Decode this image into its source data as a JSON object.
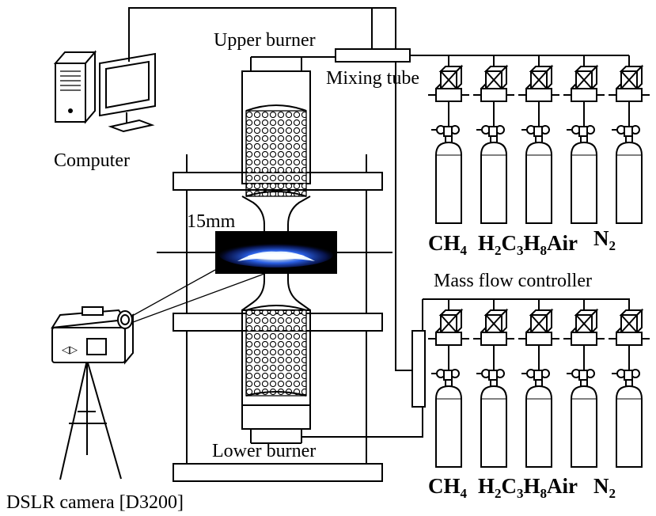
{
  "labels": {
    "computer": "Computer",
    "upper_burner": "Upper burner",
    "mixing_tube": "Mixing tube",
    "lower_burner": "Lower burner",
    "gap": "15mm",
    "mass_flow_controller": "Mass flow controller",
    "camera": "DSLR camera [D3200]"
  },
  "gas_rows": [
    {
      "row": "upper",
      "gases": [
        {
          "main": "CH",
          "sub": "4"
        },
        {
          "main": "H",
          "sub": "2"
        },
        {
          "main": "C",
          "sub": "3"
        },
        {
          "main": "H",
          "sub": "8"
        },
        {
          "main": "Air",
          "sub": ""
        },
        {
          "main": "N",
          "sub": "2"
        }
      ]
    },
    {
      "row": "lower",
      "gases": [
        {
          "main": "CH",
          "sub": "4"
        },
        {
          "main": "H",
          "sub": "2"
        },
        {
          "main": "C",
          "sub": "3"
        },
        {
          "main": "H",
          "sub": "8"
        },
        {
          "main": "Air",
          "sub": ""
        },
        {
          "main": "N",
          "sub": "2"
        }
      ]
    }
  ],
  "colors": {
    "line": "#000000",
    "flame_background": "#000000",
    "flame_glow": "#2f6bff",
    "flame_core": "#e8f4ff"
  }
}
